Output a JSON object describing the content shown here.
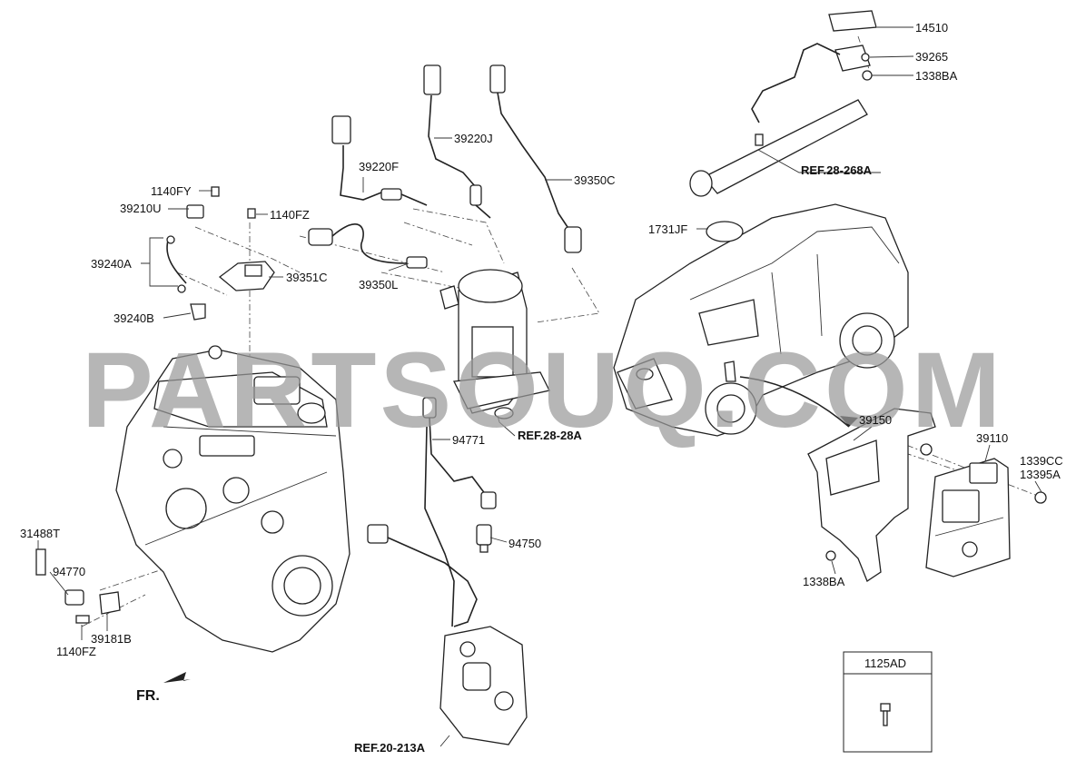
{
  "labels": {
    "l_14510": "14510",
    "l_39265": "39265",
    "l_1338ba_top": "1338BA",
    "l_ref_28_268a": "REF.28-268A",
    "l_39220j": "39220J",
    "l_39350c": "39350C",
    "l_39220f": "39220F",
    "l_1140fy": "1140FY",
    "l_39210u": "39210U",
    "l_1140fz_top": "1140FZ",
    "l_39240a": "39240A",
    "l_39351c": "39351C",
    "l_39350l": "39350L",
    "l_39240b": "39240B",
    "l_1731jf": "1731JF",
    "l_ref_28_28a": "REF.28-28A",
    "l_94771": "94771",
    "l_39150": "39150",
    "l_39110": "39110",
    "l_1339cc": "1339CC",
    "l_13395a": "13395A",
    "l_94750": "94750",
    "l_31488t": "31488T",
    "l_94770": "94770",
    "l_39181b": "39181B",
    "l_1140fz_bottom": "1140FZ",
    "l_1338ba_bottom": "1338BA",
    "l_fr": "FR.",
    "l_ref_20_213a": "REF.20-213A",
    "l_1125ad": "1125AD"
  },
  "watermark": "PARTSOUQ.COM",
  "colors": {
    "line": "#222222",
    "watermark": "#9a9a9a",
    "background": "#ffffff"
  }
}
